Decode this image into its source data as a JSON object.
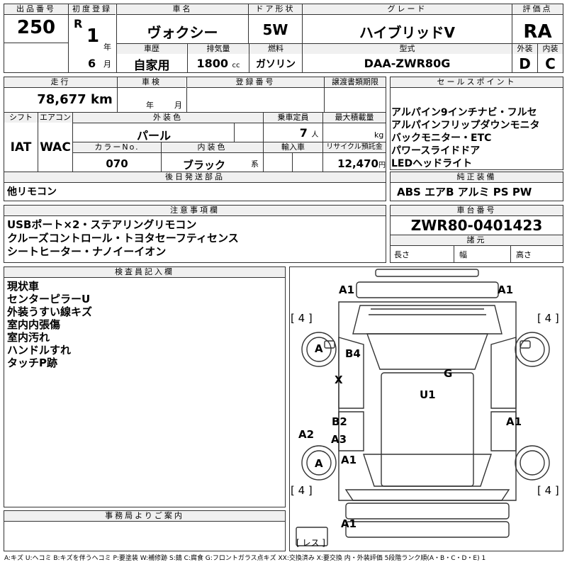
{
  "header": {
    "lot_no_label": "出品番号",
    "lot_no": "250",
    "first_reg_label": "初度登録",
    "era": "R",
    "year": "1",
    "year_unit": "年",
    "month": "6",
    "month_unit": "月",
    "car_name_label": "車名",
    "car_name": "ヴォクシー",
    "door_label": "ドア形状",
    "door": "5W",
    "grade_label": "グレード",
    "grade": "ハイブリッドV",
    "score_label": "評価点",
    "score": "RA",
    "history_label": "車歴",
    "history": "自家用",
    "displacement_label": "排気量",
    "displacement": "1800",
    "displacement_unit": "cc",
    "fuel_label": "燃料",
    "fuel": "ガソリン",
    "model_label": "型式",
    "model": "DAA-ZWR80G",
    "exterior_label": "外装",
    "exterior": "D",
    "interior_label": "内装",
    "interior": "C"
  },
  "details": {
    "mileage_label": "走行",
    "mileage": "78,677",
    "mileage_unit": "km",
    "inspection_label": "車検",
    "inspection_year_unit": "年",
    "inspection_month_unit": "月",
    "reg_no_label": "登録番号",
    "transfer_label": "譲渡書類期限",
    "shift_label": "シフト",
    "shift": "IAT",
    "ac_label": "エアコン",
    "ac": "WAC",
    "ext_color_label": "外装色",
    "ext_color": "パール",
    "capacity_label": "乗車定員",
    "capacity": "7",
    "capacity_unit": "人",
    "load_label": "最大積載量",
    "load_unit": "kg",
    "color_no_label": "カラーNo.",
    "color_no": "070",
    "int_color_label": "内装色",
    "int_color": "ブラック",
    "int_color_unit": "系",
    "import_label": "輸入車",
    "recycle_label": "リサイクル預託金",
    "recycle": "12,470",
    "recycle_unit": "円",
    "later_parts_label": "後日発送部品",
    "later_parts": "他リモコン"
  },
  "sales_points": {
    "label": "セールスポイント",
    "lines": [
      "アルパイン9インチナビ・フルセ",
      "アルパインフリップダウンモニタ",
      "バックモニター・ETC",
      "パワースライドドア",
      "LEDヘッドライト"
    ]
  },
  "standard_equipment": {
    "label": "純正装備",
    "value": "ABS エアB アルミ PS PW"
  },
  "notes": {
    "label": "注意事項欄",
    "lines": [
      "USBポート×2・ステアリングリモコン",
      "クルーズコントロール・トヨタセーフティセンス",
      "シートヒーター・ナノイーイオン"
    ]
  },
  "chassis": {
    "label": "車台番号",
    "value": "ZWR80-0401423",
    "dims_label": "諸元",
    "length_label": "長さ",
    "width_label": "幅",
    "height_label": "高さ"
  },
  "inspector": {
    "label": "検査員記入欄",
    "lines": [
      "現状車",
      "センターピラーU",
      "外装うすい線キズ",
      "室内内張傷",
      "室内汚れ",
      "ハンドルすれ",
      "タッチP跡"
    ]
  },
  "office": {
    "label": "事務局よりご案内"
  },
  "diagram": {
    "marks": {
      "a1_tl": "A1",
      "a1_tr": "A1",
      "b4": "B4",
      "x": "X",
      "g": "G",
      "u1": "U1",
      "b2": "B2",
      "a3": "A3",
      "a2": "A2",
      "a1_mid": "A1",
      "a1_right": "A1",
      "a1_bottom": "A1",
      "tire_fl": "A",
      "tire_rl": "A",
      "tread_fl": "[ 4 ]",
      "tread_fr": "[ 4 ]",
      "tread_rl": "[ 4 ]",
      "tread_rr": "[ 4 ]",
      "spare": "[ レス ]"
    }
  },
  "legend": "A:キズ U:ヘコミ B:キズを伴うヘコミ P:要塗装 W:補修跡 S:錆 C:腐食 G:フロントガラス点キズ XX:交換済み X:要交換 内・外装評価 5段階ランク順(A・B・C・D・E) 1"
}
